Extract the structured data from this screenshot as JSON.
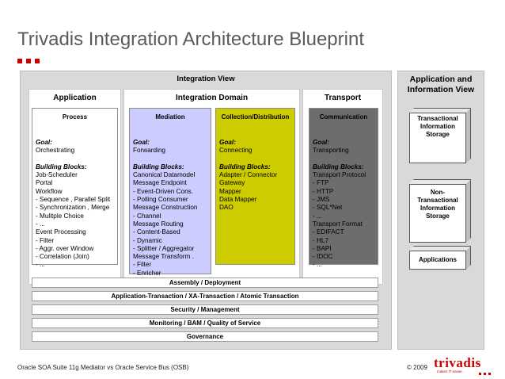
{
  "title": "Trivadis Integration Architecture Blueprint",
  "integration_view": {
    "title": "Integration View",
    "application": {
      "title": "Application",
      "process": {
        "head": "Process",
        "goal_label": "Goal:",
        "goal": "Orchestrating",
        "bb_label": "Building Blocks:",
        "items": [
          "Job-Scheduler",
          "Portal",
          "Workflow",
          "- Sequence , Parallel Split",
          "- Synchronization , Merge",
          "- Mulitple Choice",
          "- ...",
          "Event Processing",
          "- Filter",
          "- Aggr. over Window",
          "- Correlation  (Join)",
          "- ..."
        ]
      }
    },
    "integration_domain": {
      "title": "Integration Domain",
      "mediation": {
        "head": "Mediation",
        "goal_label": "Goal:",
        "goal": "Forwarding",
        "bb_label": "Building Blocks:",
        "items": [
          "Canonical Datamodel",
          "Message Endpoint",
          "- Event-Driven Cons.",
          "- Polling Consumer",
          "Message Construction",
          "- Channel",
          "Message Routing",
          "- Content-Based",
          "- Dynamic",
          "- Splitter / Aggregator",
          "Message Transform .",
          "- Filter",
          "- Enricher"
        ]
      },
      "collection": {
        "head": "Collection/Distribution",
        "goal_label": "Goal:",
        "goal": "Connecting",
        "bb_label": "Building Blocks:",
        "items": [
          "Adapter / Connector",
          "Gateway",
          "Mapper",
          "Data Mapper",
          "DAO"
        ]
      }
    },
    "transport": {
      "title": "Transport",
      "communication": {
        "head": "Communication",
        "goal_label": "Goal:",
        "goal": "Transporting",
        "bb_label": "Building Blocks:",
        "items": [
          "Transport Protocol",
          "- FTP",
          "- HTTP",
          "- JMS",
          "- SQL*Net",
          "- ...",
          "Transport Format",
          "- EDIFACT",
          "- HL7",
          "- BAPI",
          "- IDOC",
          "- ..."
        ]
      }
    },
    "bars": [
      "Assembly / Deployment",
      "Application-Transaction  / XA-Transaction  / Atomic Transaction",
      "Security / Management",
      "Monitoring / BAM / Quality of Service",
      "Governance"
    ]
  },
  "app_info_view": {
    "title_line1": "Application and",
    "title_line2": "Information View",
    "storage1": [
      "Transactional",
      "Information",
      "Storage"
    ],
    "storage2": [
      "Non-",
      "Transactional",
      "Information",
      "Storage"
    ],
    "applications": "Applications"
  },
  "footer": {
    "text": "Oracle SOA Suite 11g Mediator vs Oracle Service Bus (OSB)",
    "copyright": "© 2009",
    "logo": "trivadis",
    "logo_tagline": "makes IT easier."
  },
  "colors": {
    "title": "#5a5a5a",
    "accent": "#cc0000",
    "process_bg": "#ffffff",
    "mediation_bg": "#ccccff",
    "collection_bg": "#cccc00",
    "communication_bg": "#6d6d6d",
    "view_bg": "#d9d9d9"
  }
}
